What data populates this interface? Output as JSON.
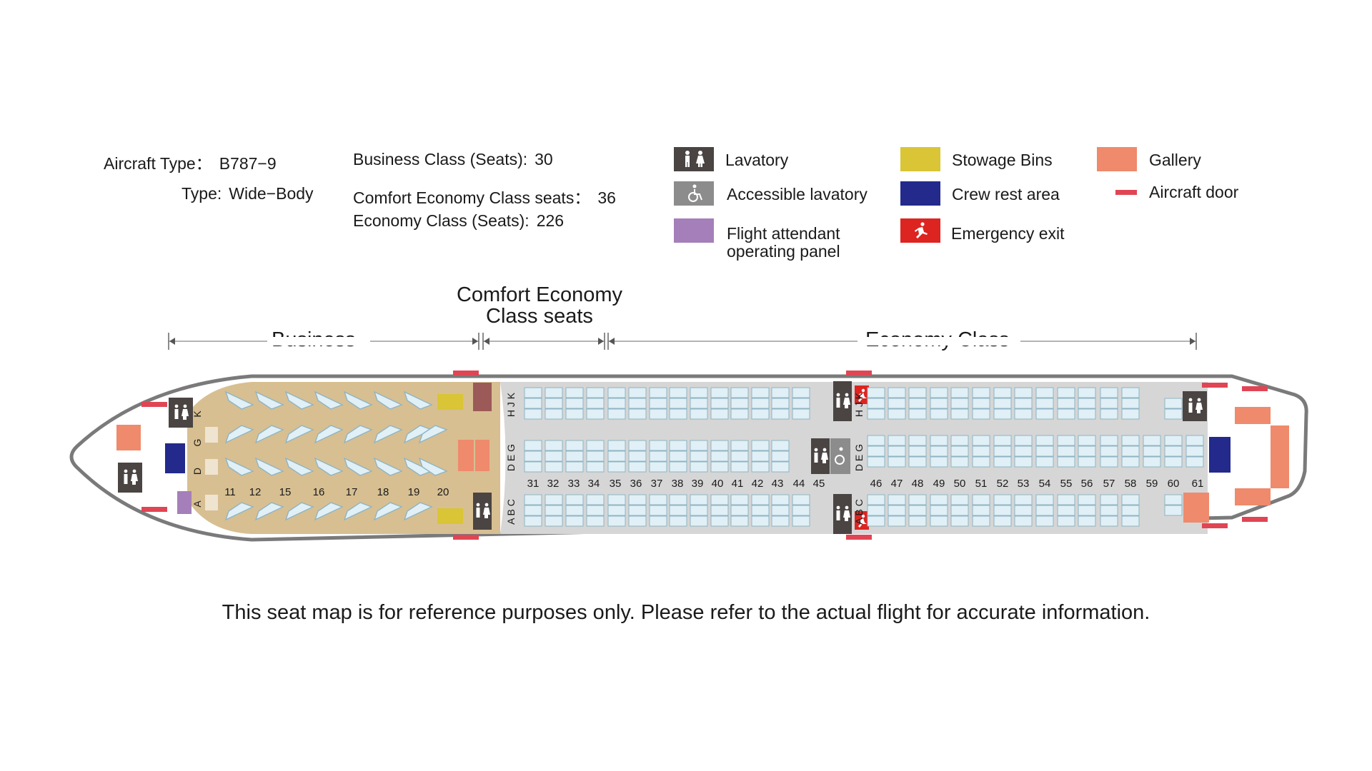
{
  "info": {
    "aircraft_type_label": "Aircraft Type：",
    "aircraft_type_value": "B787−9",
    "type_label": "Type:",
    "type_value": "Wide−Body",
    "business_label": "Business Class (Seats):",
    "business_value": "30",
    "comfort_label": "Comfort Economy Class seats：",
    "comfort_value": "36",
    "economy_label": "Economy Class (Seats):",
    "economy_value": "226"
  },
  "legend": {
    "lavatory": "Lavatory",
    "accessible": "Accessible lavatory",
    "fa_panel": "Flight attendant operating panel",
    "stowage": "Stowage Bins",
    "crew_rest": "Crew rest area",
    "emergency": "Emergency exit",
    "gallery": "Gallery",
    "door": "Aircraft door"
  },
  "sections": {
    "business": "Business",
    "comfort": "Comfort Economy Class seats",
    "economy": "Economy Class"
  },
  "rows": {
    "business": [
      "11",
      "12",
      "15",
      "16",
      "17",
      "18",
      "19",
      "20"
    ],
    "comfort": [
      "31",
      "32",
      "33",
      "34",
      "35",
      "36",
      "37",
      "38",
      "39",
      "40",
      "41",
      "42",
      "43",
      "44",
      "45"
    ],
    "economy": [
      "46",
      "47",
      "48",
      "49",
      "50",
      "51",
      "52",
      "53",
      "54",
      "55",
      "56",
      "57",
      "58",
      "59",
      "60",
      "61"
    ]
  },
  "seat_letters": {
    "business": [
      "K",
      "G",
      "D",
      "A"
    ],
    "front_upper": "H J K",
    "front_middle": "D E G",
    "front_lower": "A B C",
    "rear_upper": "H J K",
    "rear_middle": "D E G",
    "rear_lower": "A B C"
  },
  "disclaimer": "This seat map is for reference purposes only. Please refer to the actual flight for accurate information.",
  "colors": {
    "business_floor": "#d7bf92",
    "cabin_floor": "#d6d6d6",
    "seat_fill": "#e0f0f6",
    "seat_stroke": "#8fb4c3",
    "lavatory": "#4a4442",
    "accessible": "#8c8c8c",
    "fa_panel": "#a57fb9",
    "stowage": "#d9c535",
    "crew_rest": "#232a8c",
    "emergency": "#dd2420",
    "gallery": "#ef8a6c",
    "door": "#e04554",
    "hull": "#7a7a7a",
    "closet": "#9b5a58"
  }
}
